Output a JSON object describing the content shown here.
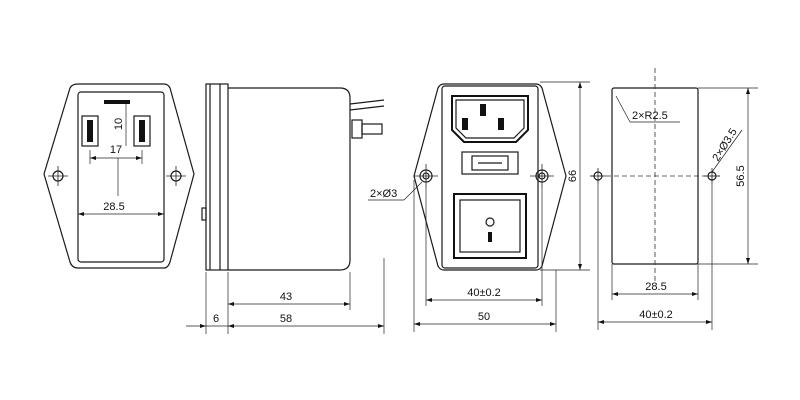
{
  "views": {
    "left_side": {
      "dim_pin_gap": "10",
      "dim_pin_spacing": "17",
      "dim_flange_width": "28.5"
    },
    "side": {
      "dim_body_length": "43",
      "dim_flange_thickness": "6",
      "dim_total_length": "58"
    },
    "front": {
      "dim_mount_holes": "2×Ø3",
      "dim_hole_spacing": "40±0.2",
      "dim_total_width": "50",
      "dim_height": "66"
    },
    "cutout": {
      "dim_corner_radius": "2×R2.5",
      "dim_hole_dia": "2×Ø3.5",
      "dim_cutout_width": "28.5",
      "dim_cutout_height": "56.5",
      "dim_hole_spacing": "40±0.2"
    }
  }
}
